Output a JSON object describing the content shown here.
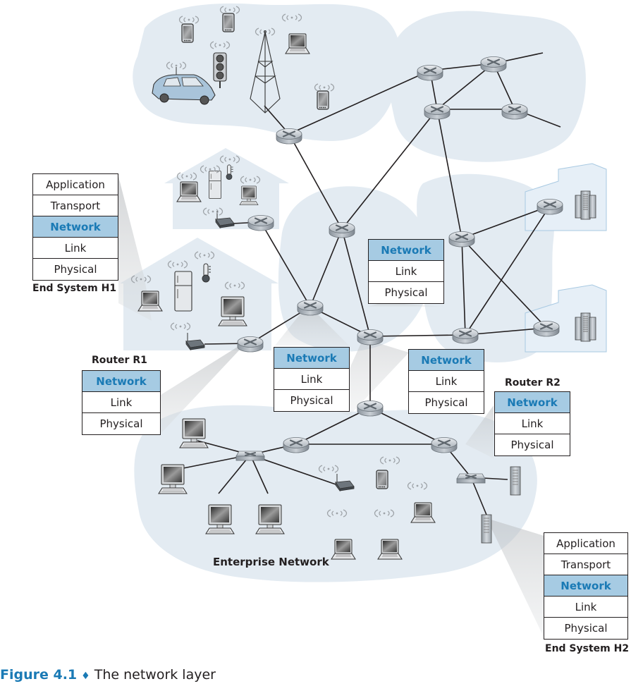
{
  "figure": {
    "number_label": "Figure 4.1",
    "separator": "♦",
    "title": "The network layer"
  },
  "colors": {
    "cloud": "#e3ebf2",
    "network_highlight": "#a6cbe3",
    "network_text": "#1a7ab5",
    "link": "#231f20",
    "router": "#b8bfc6"
  },
  "stacks": {
    "h1": {
      "label": "End System H1",
      "layers": [
        "Application",
        "Transport",
        "Network",
        "Link",
        "Physical"
      ]
    },
    "h2": {
      "label": "End System H2",
      "layers": [
        "Application",
        "Transport",
        "Network",
        "Link",
        "Physical"
      ]
    },
    "r1": {
      "label": "Router R1",
      "layers": [
        "Network",
        "Link",
        "Physical"
      ]
    },
    "r2": {
      "label": "Router R2",
      "layers": [
        "Network",
        "Link",
        "Physical"
      ]
    },
    "mid_top": {
      "layers": [
        "Network",
        "Link",
        "Physical"
      ]
    },
    "mid_left": {
      "layers": [
        "Network",
        "Link",
        "Physical"
      ]
    },
    "mid_right": {
      "layers": [
        "Network",
        "Link",
        "Physical"
      ]
    }
  },
  "regions": {
    "enterprise": "Enterprise Network"
  },
  "icons": {
    "router": "router-icon",
    "switch": "switch-icon",
    "server": "server-rack-icon",
    "laptop": "laptop-icon",
    "desktop": "desktop-computer-icon",
    "phone": "smartphone-icon",
    "car": "car-icon",
    "traffic_light": "traffic-light-icon",
    "cell_tower": "cell-tower-icon",
    "fridge": "refrigerator-icon",
    "thermometer": "thermometer-icon",
    "modem": "modem-icon",
    "wifi": "wireless-signal-icon"
  }
}
